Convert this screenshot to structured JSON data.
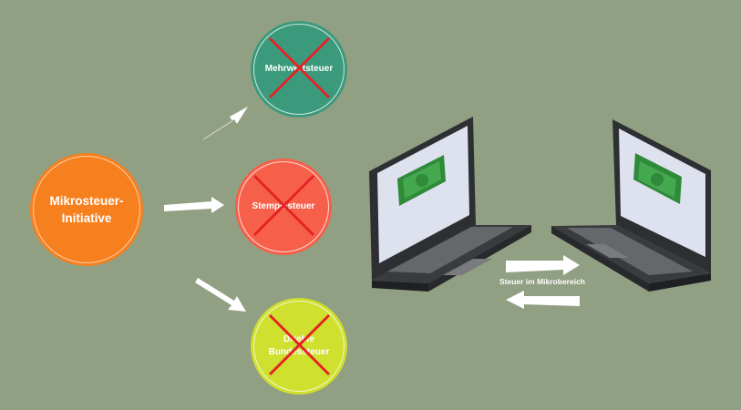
{
  "main_circle": {
    "label_line1": "Mikrosteuer-",
    "label_line2": "Initiative"
  },
  "taxes": [
    {
      "line1": "Mehrwertsteuer",
      "line2": ""
    },
    {
      "line1": "Stempelsteuer",
      "line2": ""
    },
    {
      "line1": "Direkte",
      "line2": "Bundessteuer"
    }
  ],
  "transfer_caption": "Steuer im Mikrobereich",
  "colors": {
    "background": "#919f82",
    "main": "#f7801e",
    "tax1": "#3b9a7c",
    "tax2": "#f6604a",
    "tax3": "#cfe02f",
    "cross": "#e52325"
  },
  "icons": [
    "laptop-icon",
    "money-bill-icon",
    "cross-icon",
    "arrow-icon"
  ]
}
